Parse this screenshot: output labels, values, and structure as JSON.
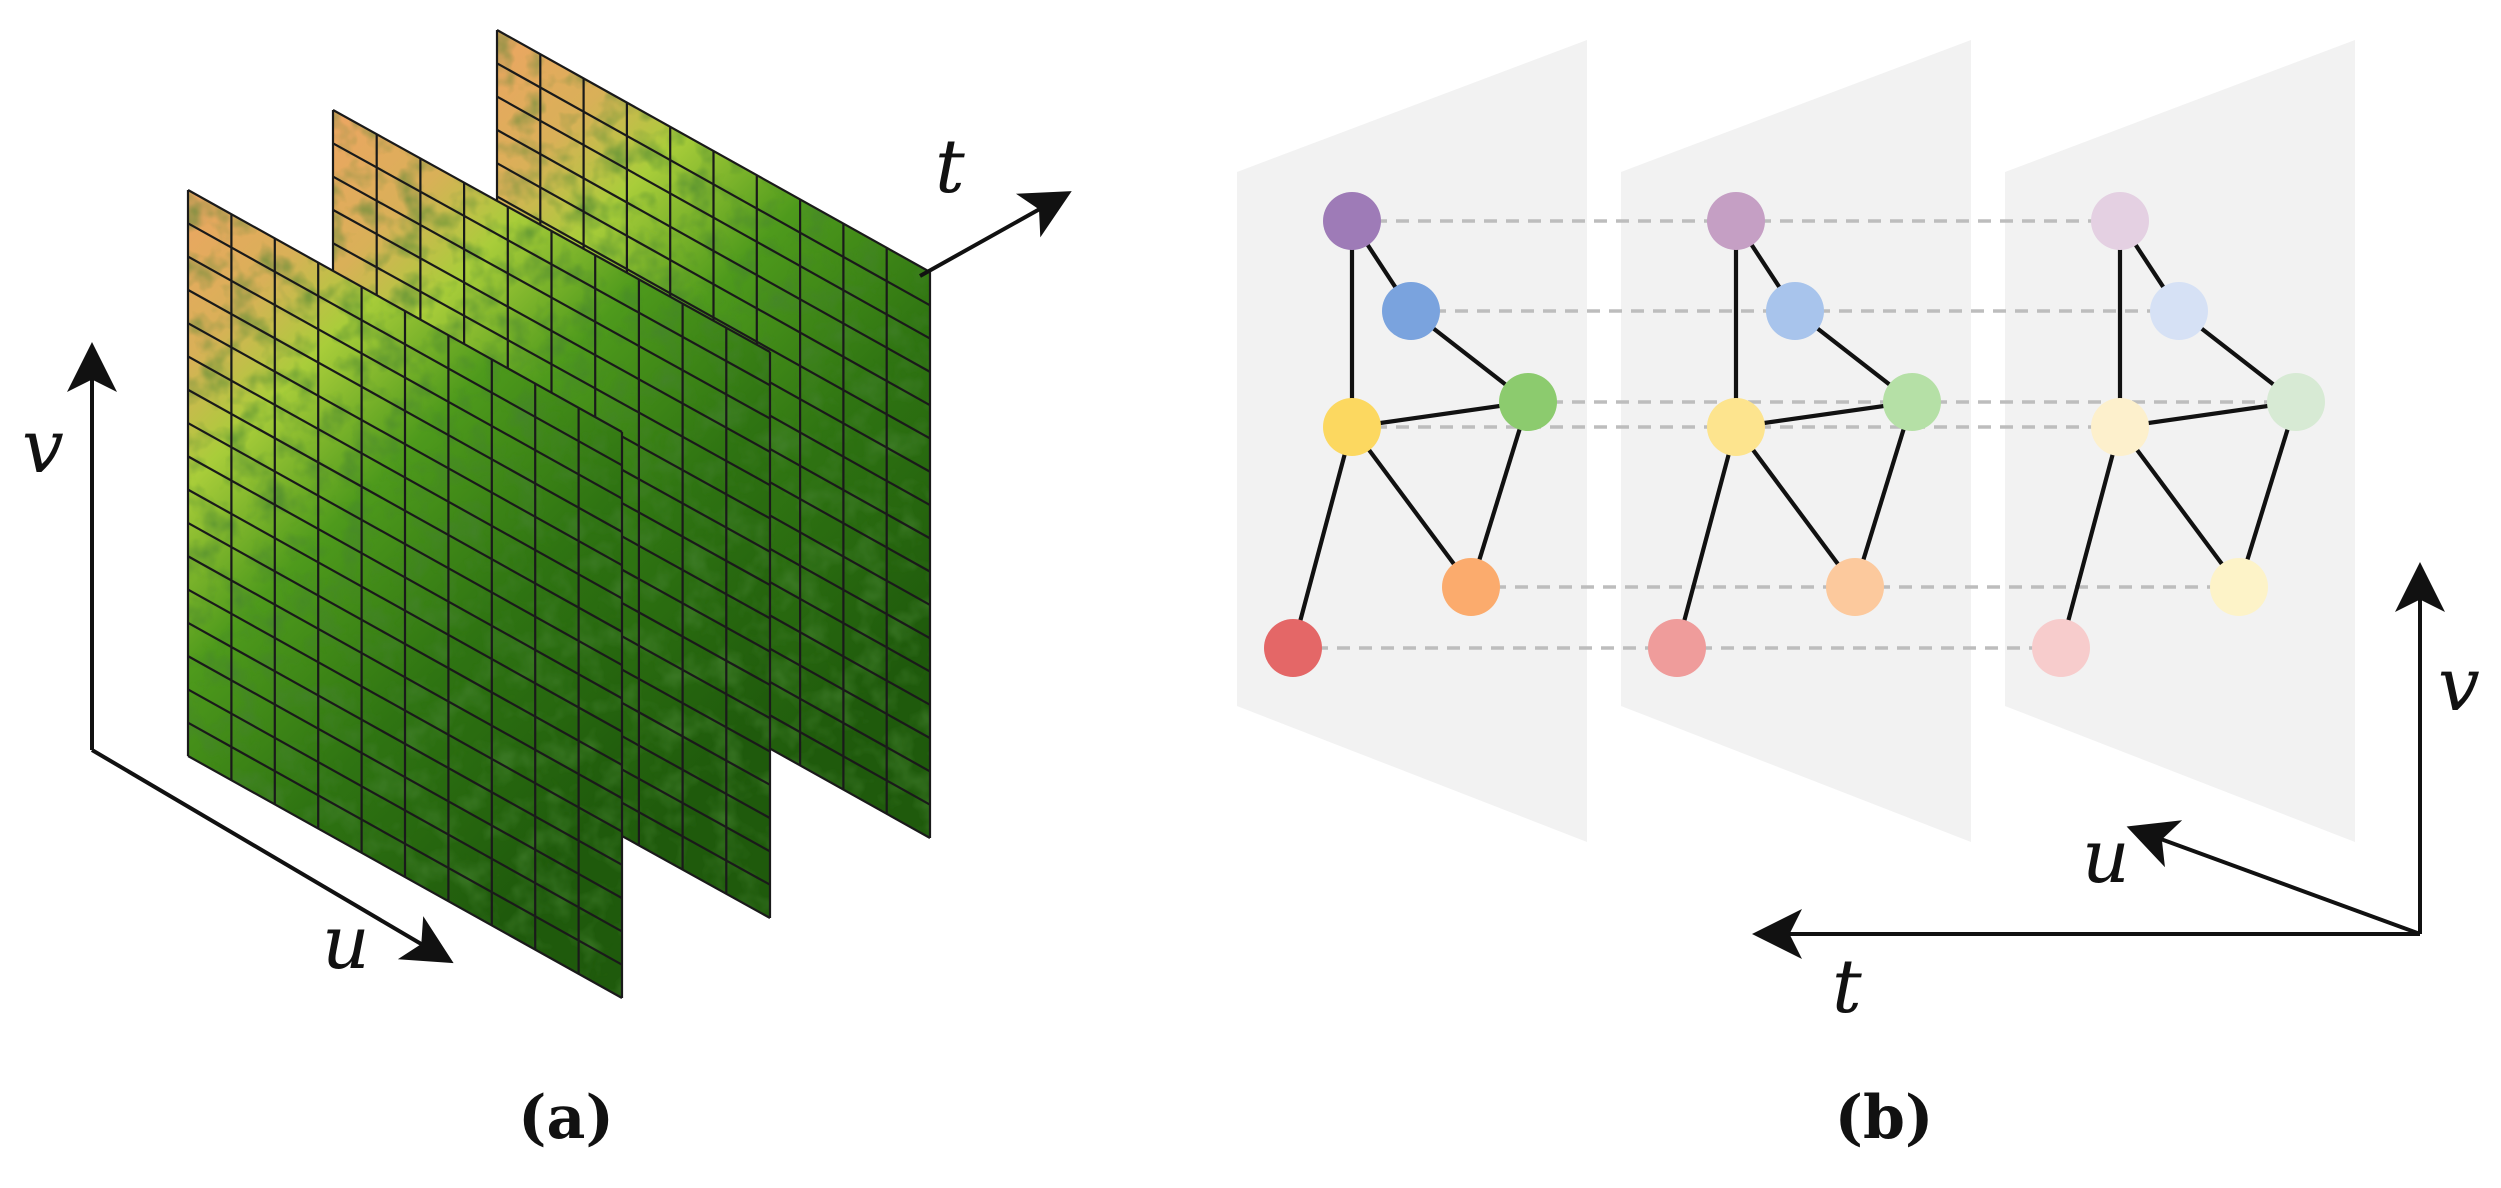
{
  "panel_a": {
    "caption": "(a)",
    "axes": {
      "v": "v",
      "u": "u",
      "t": "t"
    },
    "layer_count": 3,
    "grid_columns": 10,
    "grid_rows": 17,
    "colors": {
      "bare_soil": "#eda563",
      "light_vegetation": "#a9cd3a",
      "mid_vegetation": "#4e9a1c",
      "dense_vegetation": "#1f5a0c",
      "grid_line": "#1a1a1a"
    }
  },
  "panel_b": {
    "caption": "(b)",
    "axes": {
      "v": "v",
      "u": "u",
      "t": "t"
    },
    "plane_color": "#f2f2f2",
    "frames": [
      {
        "nodes": [
          {
            "id": "purple",
            "color": "#9e7bb7"
          },
          {
            "id": "blue",
            "color": "#7aa3de"
          },
          {
            "id": "green",
            "color": "#8ccb6e"
          },
          {
            "id": "yellow",
            "color": "#fcd860"
          },
          {
            "id": "orange",
            "color": "#fbab6d"
          },
          {
            "id": "red",
            "color": "#e46767"
          }
        ]
      },
      {
        "nodes": [
          {
            "id": "purple",
            "color": "#c59fc4"
          },
          {
            "id": "blue",
            "color": "#a8c4ec"
          },
          {
            "id": "green",
            "color": "#b5e0a6"
          },
          {
            "id": "yellow",
            "color": "#fde48e"
          },
          {
            "id": "orange",
            "color": "#fcc99d"
          },
          {
            "id": "red",
            "color": "#ef9c9b"
          }
        ]
      },
      {
        "nodes": [
          {
            "id": "purple",
            "color": "#e4d0e2"
          },
          {
            "id": "blue",
            "color": "#d6e1f5"
          },
          {
            "id": "green",
            "color": "#d7ead4"
          },
          {
            "id": "yellow",
            "color": "#fdf0cc"
          },
          {
            "id": "orange",
            "color": "#fdf3c8"
          },
          {
            "id": "red",
            "color": "#f7cccc"
          }
        ]
      }
    ],
    "edges": [
      [
        "purple",
        "blue"
      ],
      [
        "purple",
        "yellow"
      ],
      [
        "blue",
        "green"
      ],
      [
        "yellow",
        "green"
      ],
      [
        "yellow",
        "orange"
      ],
      [
        "green",
        "orange"
      ],
      [
        "yellow",
        "red"
      ]
    ]
  }
}
